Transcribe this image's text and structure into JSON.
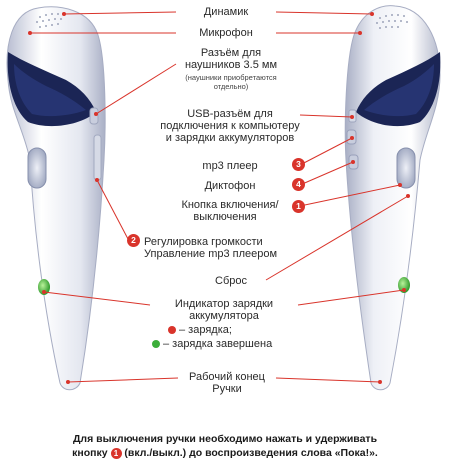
{
  "labels": {
    "speaker": "Динамик",
    "microphone": "Микрофон",
    "headphone_line1": "Разъём для",
    "headphone_line2": "наушников 3.5 мм",
    "headphone_note_line1": "(наушники приобретаются",
    "headphone_note_line2": "отдельно)",
    "usb_line1": "USB-разъём для",
    "usb_line2": "подключения к компьютеру",
    "usb_line3": "и зарядки аккумуляторов",
    "mp3_player": "mp3 плеер",
    "recorder": "Диктофон",
    "power_line1": "Кнопка включения/",
    "power_line2": "выключения",
    "volume_line1": "Регулировка громкости",
    "volume_line2": "Управление mp3 плеером",
    "reset": "Сброс",
    "charge_line1": "Индикатор зарядки",
    "charge_line2": "аккумулятора",
    "charging": "– зарядка;",
    "charged": "– зарядка завершена",
    "tip_line1": "Рабочий конец",
    "tip_line2": "Ручки"
  },
  "badges": {
    "mp3": "3",
    "recorder": "4",
    "power": "1",
    "volume": "2"
  },
  "footer": {
    "line1": "Для выключения ручки необходимо нажать и удерживать",
    "line2_pre": "кнопку",
    "line2_badge": "1",
    "line2_post": "(вкл./выкл.) до воспроизведения слова «Пока!»."
  },
  "colors": {
    "accent": "#d9342b",
    "charging": "#d9342b",
    "charged": "#3cae3a",
    "pen_body": "#e9ebf3",
    "pen_dark": "#1b2555"
  }
}
